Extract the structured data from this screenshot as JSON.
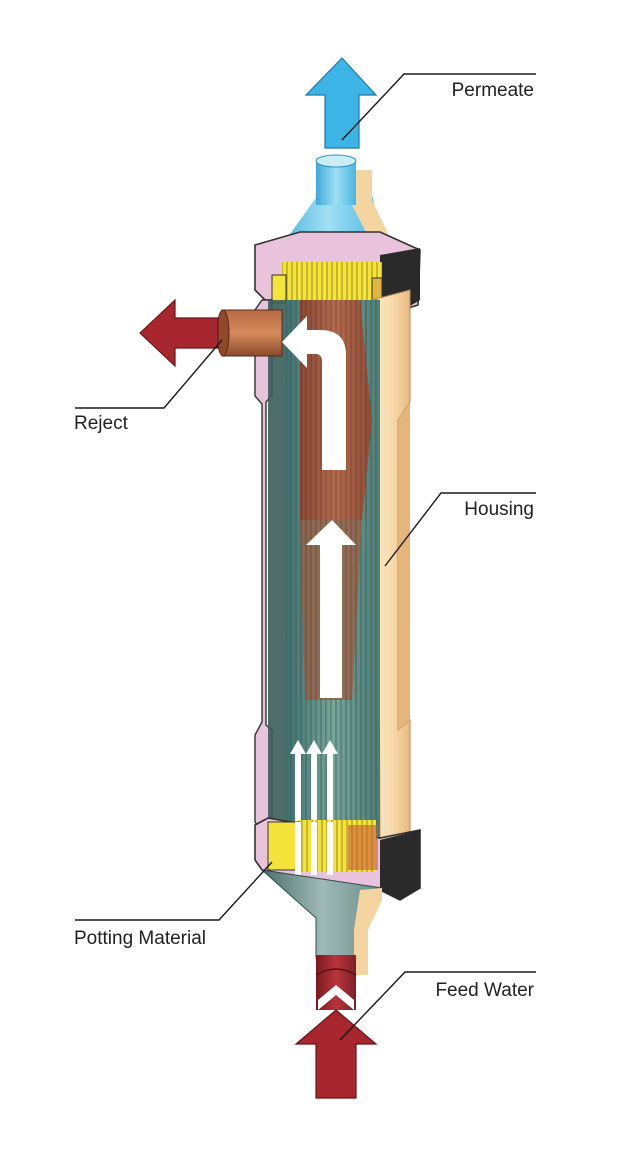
{
  "labels": {
    "permeate": "Permeate",
    "reject": "Reject",
    "housing": "Housing",
    "potting_material": "Potting Material",
    "feed_water": "Feed Water"
  },
  "colors": {
    "permeate_blue": "#3cb4e6",
    "reject_red": "#a8262d",
    "feed_red": "#a8262d",
    "housing_cream": "#f6d9a8",
    "housing_shadow": "#e8b877",
    "fiber_teal": "#5a8e86",
    "fiber_brown": "#a2583a",
    "potting_yellow": "#f3e33a",
    "cap_dark": "#2a2a2a",
    "casing_pink": "#e9c2dc",
    "flow_arrow": "#ffffff"
  },
  "icons": {
    "permeate_flow": "arrow-up-icon",
    "reject_flow": "arrow-left-icon",
    "feed_flow": "arrow-up-icon",
    "internal_flow": "arrow-up-icon",
    "turn_flow": "arrow-curve-left-icon"
  }
}
